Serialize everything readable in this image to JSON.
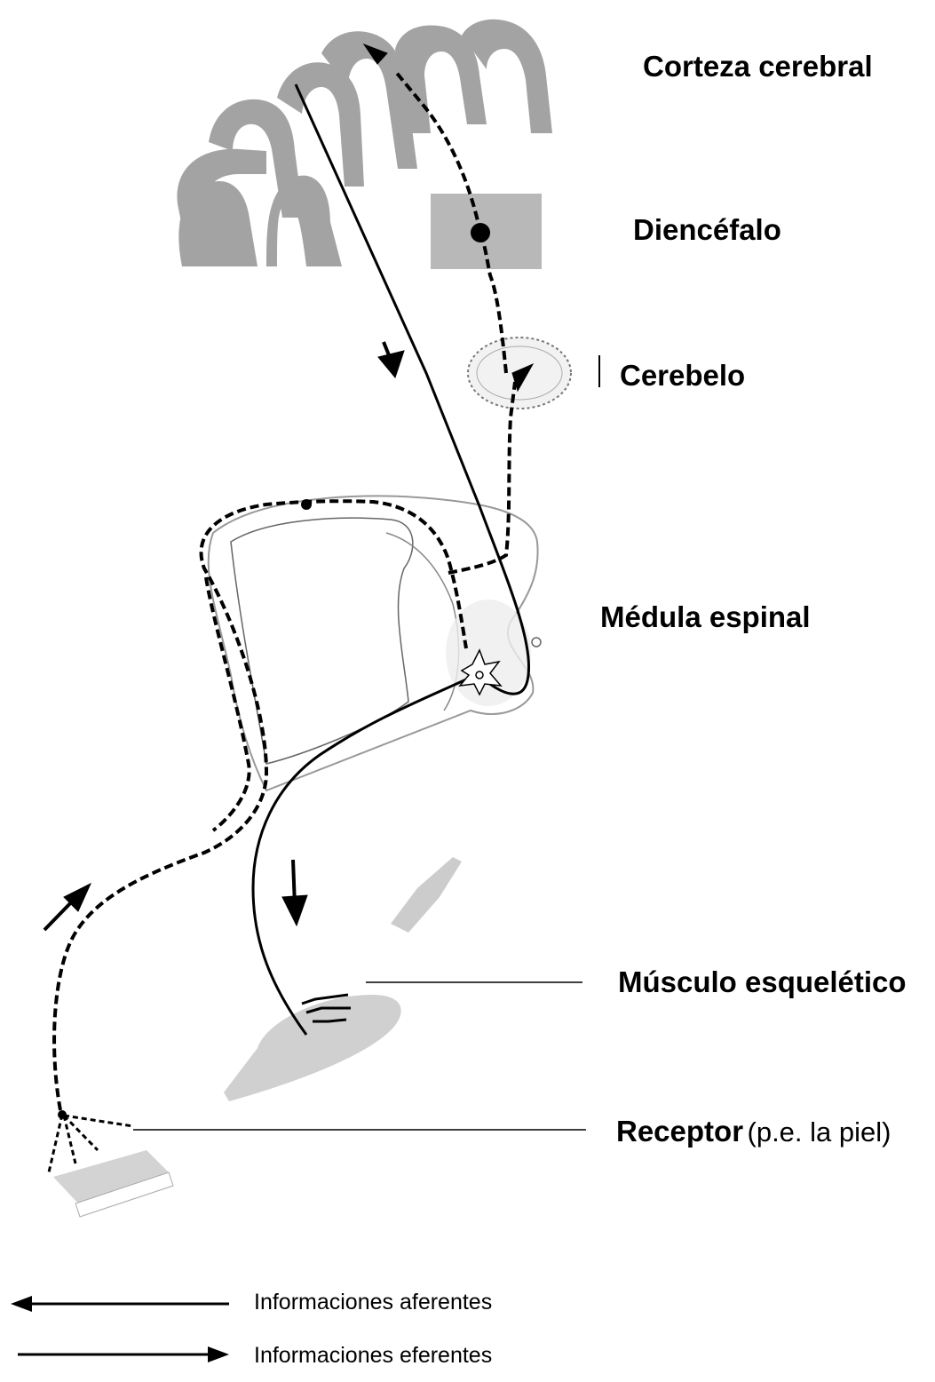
{
  "labels": {
    "cortex": "Corteza cerebral",
    "diencephalon": "Diencéfalo",
    "cerebellum": "Cerebelo",
    "spinal_cord": "Médula espinal",
    "muscle": "Músculo esquelético",
    "receptor": "Receptor",
    "receptor_note": "(p.e. la piel)"
  },
  "legend": {
    "afferent": "Informaciones aferentes",
    "efferent": "Informaciones eferentes"
  }
}
